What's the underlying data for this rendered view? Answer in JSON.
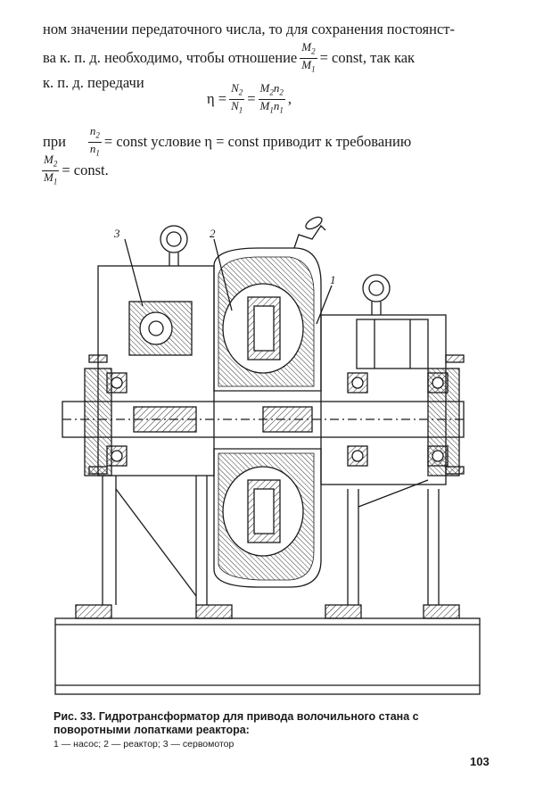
{
  "paragraph": {
    "line1": "ном значении передаточного числа, то для сохранения постоянст-",
    "line2_a": "ва к. п. д. необходимо, чтобы   отношение",
    "line2_b": "= const,   так  как",
    "line3": "к. п. д. передачи",
    "line4_a": "при",
    "line4_b": "= const  условие  η = const  приводит  к  требованию",
    "line5_b": "= const."
  },
  "math": {
    "m2": "M",
    "m1": "M",
    "sub2": "2",
    "sub1": "1",
    "eta": "η =",
    "N": "N",
    "eq": "=",
    "comma": ",",
    "n": "n",
    "M2n2": "M",
    "M1n1": "M"
  },
  "figure": {
    "callouts": [
      "3",
      "2",
      "1"
    ]
  },
  "caption": {
    "title": "Рис. 33. Гидротрансформатор для привода волочильного стана с поворотными лопатками реактора:",
    "legend": "1 — насос; 2 — реактор; 3 — сервомотор"
  },
  "page_number": "103"
}
